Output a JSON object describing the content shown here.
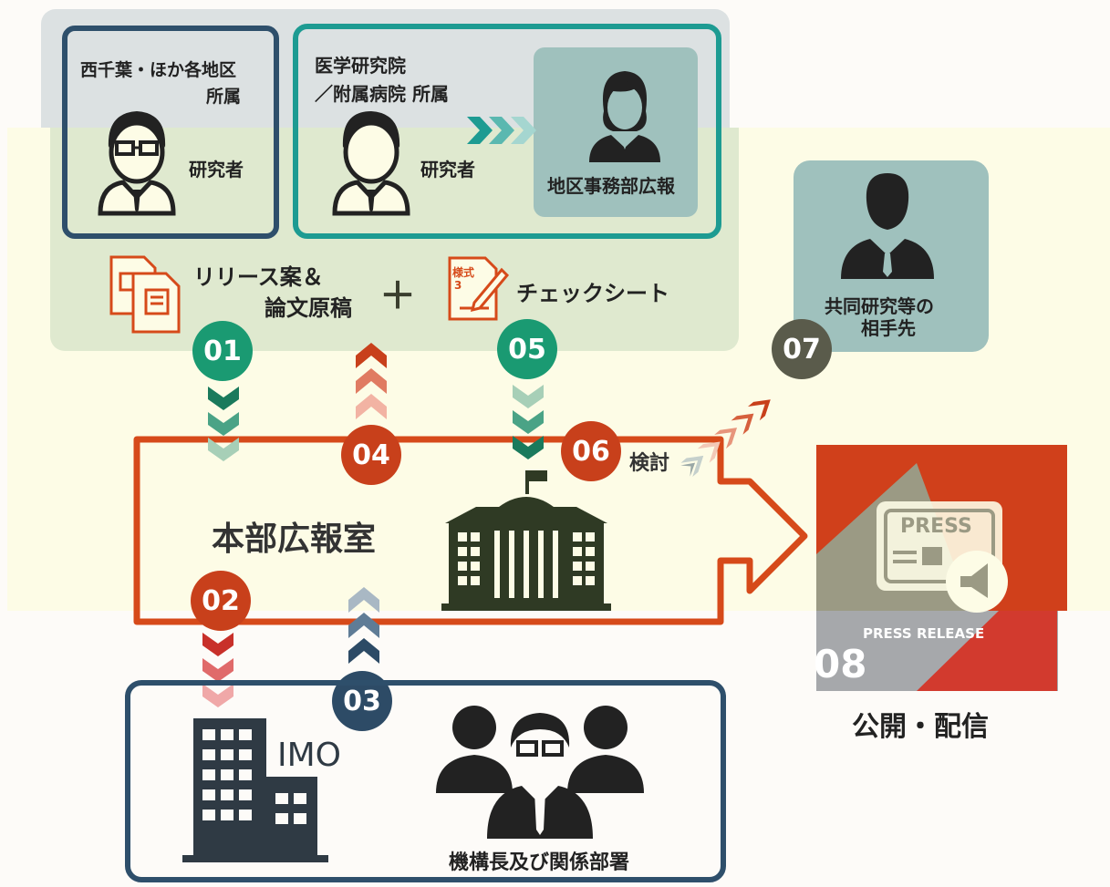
{
  "groups": {
    "west_chiba": {
      "title_line1": "西千葉・ほか各地区",
      "title_line2": "所属",
      "role": "研究者"
    },
    "medical": {
      "title_line1": "医学研究院",
      "title_line2": "／附属病院 所属",
      "role": "研究者",
      "office": "地区事務部広報"
    }
  },
  "documents": {
    "release_line1": "リリース案＆",
    "release_line2": "論文原稿",
    "plus": "＋",
    "form_label_line1": "様式",
    "form_label_line2": "3",
    "checksheet": "チェックシート"
  },
  "partner": {
    "line1": "共同研究等の",
    "line2": "相手先"
  },
  "hq": {
    "label": "本部広報室",
    "review": "検討"
  },
  "imo": {
    "label": "IMO",
    "depts": "機構長及び関係部署"
  },
  "press": {
    "icon_text": "PRESS",
    "banner": "PRESS RELEASE",
    "publish": "公開・配信"
  },
  "steps": [
    "01",
    "02",
    "03",
    "04",
    "05",
    "06",
    "07",
    "08"
  ],
  "colors": {
    "teal": "#1d9b92",
    "navy": "#2e4f6b",
    "green": "#1a9a72",
    "red_orange": "#c8401b",
    "dark_olive": "#3a3e2e",
    "band": "#fdfce6"
  }
}
